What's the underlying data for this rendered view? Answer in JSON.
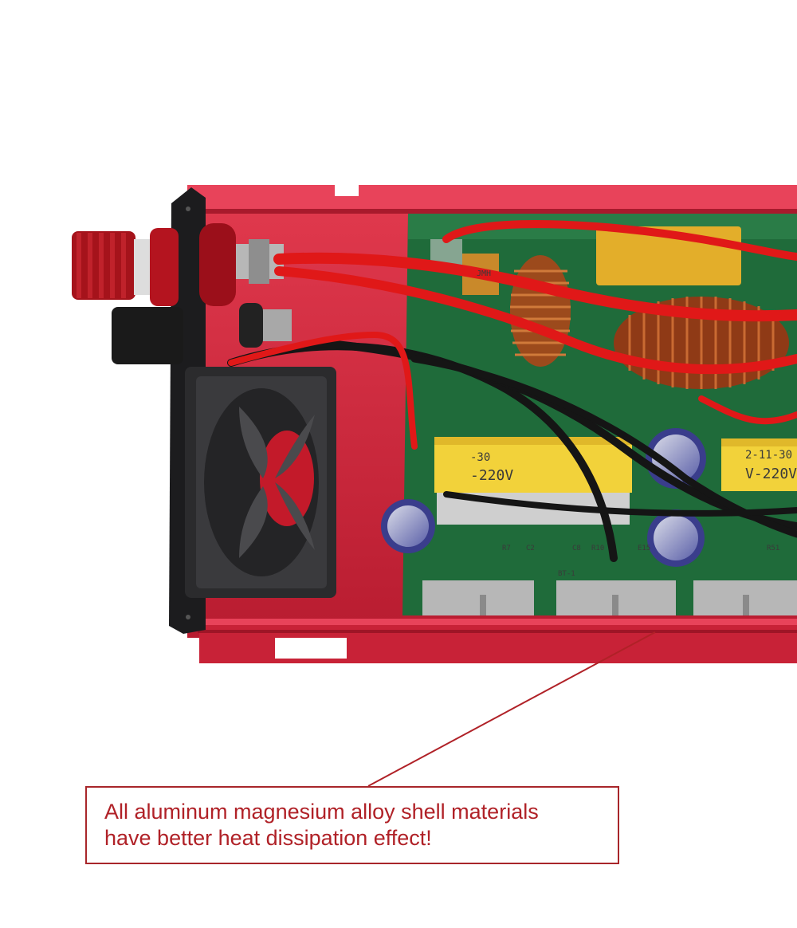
{
  "image": {
    "subject": "open red aluminum power inverter casing showing circuit board, cooling fan, terminals and wiring",
    "colors": {
      "shell": "#d8283e",
      "shell_dark": "#a81a2c",
      "pcb": "#1f6b3a",
      "wire_red": "#e01818",
      "wire_black": "#151515",
      "callout": "#b02127"
    }
  },
  "pcb_labels": {
    "transformer_left_date": "-30",
    "transformer_left_voltage": "-220V",
    "transformer_right_date": "2-11-30",
    "transformer_right_voltage": "V-220V",
    "capacitor_code": "JMH",
    "board_ref": "BT-1"
  },
  "callout": {
    "line1": "All aluminum magnesium alloy shell materials",
    "line2": "have better heat dissipation effect!"
  }
}
